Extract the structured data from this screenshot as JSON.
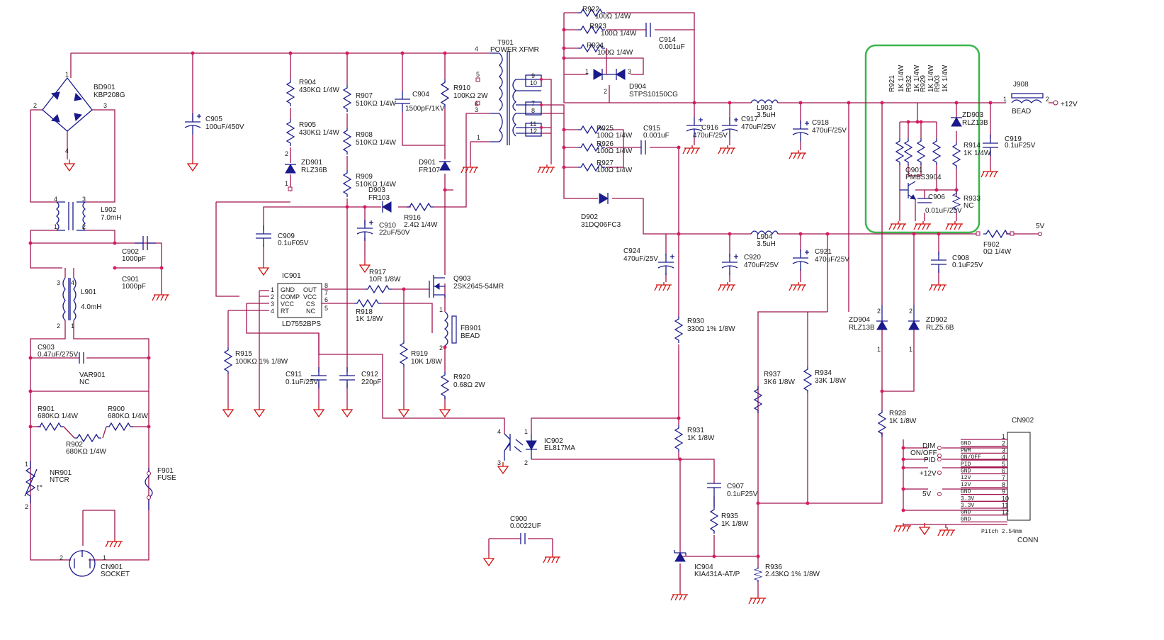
{
  "nets": {
    "v12": "+12V",
    "v5": "5V"
  },
  "highlight_color": "#3bb54a",
  "wire_color": "#a0154f",
  "component_color": "#1a1a8c",
  "ground_color": "#d01010",
  "components": {
    "bd901": {
      "ref": "BD901",
      "value": "KBP208G"
    },
    "l902": {
      "ref": "L902",
      "value": "7.0mH"
    },
    "l901": {
      "ref": "L901",
      "value": "4.0mH"
    },
    "c902": {
      "ref": "C902",
      "value": "1000pF"
    },
    "c901": {
      "ref": "C901",
      "value": "1000pF"
    },
    "c903": {
      "ref": "C903",
      "value": "0.47uF/275V"
    },
    "var901": {
      "ref": "VAR901",
      "value": "NC"
    },
    "r901": {
      "ref": "R901",
      "value": "680KΩ 1/4W"
    },
    "r900": {
      "ref": "R900",
      "value": "680KΩ 1/4W"
    },
    "r902": {
      "ref": "R902",
      "value": "680KΩ 1/4W"
    },
    "nr901": {
      "ref": "NR901",
      "value": "NTCR"
    },
    "f901": {
      "ref": "F901",
      "value": "FUSE"
    },
    "cn901": {
      "ref": "CN901",
      "value": "SOCKET"
    },
    "c905": {
      "ref": "C905",
      "value": "100uF/450V"
    },
    "r904": {
      "ref": "R904",
      "value": "430KΩ 1/4W"
    },
    "r905": {
      "ref": "R905",
      "value": "430KΩ 1/4W"
    },
    "zd901": {
      "ref": "ZD901",
      "value": "RLZ36B"
    },
    "r907": {
      "ref": "R907",
      "value": "510KΩ 1/4W"
    },
    "r908": {
      "ref": "R908",
      "value": "510KΩ 1/4W"
    },
    "r909": {
      "ref": "R909",
      "value": "510KΩ 1/4W"
    },
    "c904": {
      "ref": "C904",
      "value": "1500pF/1KV"
    },
    "r910": {
      "ref": "R910",
      "value": "100KΩ 2W"
    },
    "d901": {
      "ref": "D901",
      "value": "FR107"
    },
    "d903": {
      "ref": "D903",
      "value": "FR103"
    },
    "r916": {
      "ref": "R916",
      "value": "2.4Ω 1/4W"
    },
    "c910": {
      "ref": "C910",
      "value": "22uF/50V"
    },
    "c909": {
      "ref": "C909",
      "value": "0.1uF05V"
    },
    "ic901": {
      "ref": "IC901",
      "value": "LD7552BPS"
    },
    "r917": {
      "ref": "R917",
      "value": "10R 1/8W"
    },
    "r918": {
      "ref": "R918",
      "value": "1K 1/8W"
    },
    "q903": {
      "ref": "Q903",
      "value": "2SK2645-54MR"
    },
    "fb901": {
      "ref": "FB901",
      "value": "BEAD"
    },
    "r915": {
      "ref": "R915",
      "value": "100KΩ 1% 1/8W"
    },
    "c911": {
      "ref": "C911",
      "value": "0.1uF/25V"
    },
    "c912": {
      "ref": "C912",
      "value": "220pF"
    },
    "r919": {
      "ref": "R919",
      "value": "10K 1/8W"
    },
    "r920": {
      "ref": "R920",
      "value": "0.68Ω 2W"
    },
    "t901": {
      "ref": "T901",
      "value": "POWER XFMR"
    },
    "r922": {
      "ref": "R922",
      "value": "100Ω 1/4W"
    },
    "r923": {
      "ref": "R923",
      "value": "100Ω 1/4W"
    },
    "r924": {
      "ref": "R924",
      "value": "100Ω 1/4W"
    },
    "c914": {
      "ref": "C914",
      "value": "0.001uF"
    },
    "d904": {
      "ref": "D904",
      "value": "STPS10150CG"
    },
    "r925": {
      "ref": "R925",
      "value": "100Ω 1/4W"
    },
    "r926": {
      "ref": "R926",
      "value": "100Ω 1/4W"
    },
    "r927": {
      "ref": "R927",
      "value": "100Ω 1/4W"
    },
    "c915": {
      "ref": "C915",
      "value": "0.001uF"
    },
    "d902": {
      "ref": "D902",
      "value": "31DQ06FC3"
    },
    "c916": {
      "ref": "C916",
      "value": "470uF/25V"
    },
    "c917": {
      "ref": "C917",
      "value": "470uF/25V"
    },
    "l903": {
      "ref": "L903",
      "value": "3.5uH"
    },
    "c918": {
      "ref": "C918",
      "value": "470uF/25V"
    },
    "c924": {
      "ref": "C924",
      "value": "470uF/25V"
    },
    "c920": {
      "ref": "C920",
      "value": "470uF/25V"
    },
    "l904": {
      "ref": "L904",
      "value": "3.5uH"
    },
    "c921": {
      "ref": "C921",
      "value": "470uF/25V"
    },
    "j908": {
      "ref": "J908",
      "value": "BEAD"
    },
    "c919": {
      "ref": "C919",
      "value": "0.1uF25V"
    },
    "zd903": {
      "ref": "ZD903",
      "value": "RLZ13B"
    },
    "r914": {
      "ref": "R914",
      "value": "1K 1/4W"
    },
    "q901": {
      "ref": "Q901",
      "value": "PMBS3904"
    },
    "c906": {
      "ref": "C906",
      "value": "0.01uF/25V"
    },
    "r933": {
      "ref": "R933",
      "value": "NC"
    },
    "r921": {
      "ref": "R921",
      "value": "1K 1/4W"
    },
    "r932": {
      "ref": "R932",
      "value": "1K 1/4W"
    },
    "r929": {
      "ref": "R929",
      "value": "1K 1/4W"
    },
    "r903": {
      "ref": "R903",
      "value": "1K 1/4W"
    },
    "f902": {
      "ref": "F902",
      "value": "0Ω 1/4W"
    },
    "c908": {
      "ref": "C908",
      "value": "0.1uF25V"
    },
    "zd904": {
      "ref": "ZD904",
      "value": "RLZ13B"
    },
    "zd902": {
      "ref": "ZD902",
      "value": "RLZ5.6B"
    },
    "r930": {
      "ref": "R930",
      "value": "330Ω 1% 1/8W"
    },
    "r931": {
      "ref": "R931",
      "value": "1K 1/8W"
    },
    "r937": {
      "ref": "R937",
      "value": "3K6 1/8W"
    },
    "r934": {
      "ref": "R934",
      "value": "33K 1/8W"
    },
    "r928": {
      "ref": "R928",
      "value": "1K 1/8W"
    },
    "ic902": {
      "ref": "IC902",
      "value": "EL817MA"
    },
    "c907": {
      "ref": "C907",
      "value": "0.1uF25V"
    },
    "r935": {
      "ref": "R935",
      "value": "1K 1/8W"
    },
    "ic904": {
      "ref": "IC904",
      "value": "KIA431A-AT/P"
    },
    "r936": {
      "ref": "R936",
      "value": "2.43KΩ 1% 1/8W"
    },
    "c900": {
      "ref": "C900",
      "value": "0.0022UF"
    },
    "cn902": {
      "ref": "CN902",
      "value": "CONN"
    }
  },
  "ic901_pins": {
    "gnd": "GND",
    "comp": "COMP",
    "vcc": "VCC",
    "rt": "RT",
    "out": "OUT",
    "vcc2": "VCC",
    "cs": "CS",
    "nc": "NC"
  },
  "connector": {
    "pitch": "Pitch 2.54mm",
    "signals": {
      "dim": "DIM",
      "onoff": "ON/OFF",
      "pid": "PID",
      "v12": "+12V",
      "v5": "5V"
    },
    "pins": [
      {
        "num": "1",
        "label": ""
      },
      {
        "num": "2",
        "label": "GND"
      },
      {
        "num": "3",
        "label": "PWM"
      },
      {
        "num": "4",
        "label": "ON/OFF"
      },
      {
        "num": "5",
        "label": "PID"
      },
      {
        "num": "6",
        "label": "GND"
      },
      {
        "num": "7",
        "label": "12V"
      },
      {
        "num": "8",
        "label": "12V"
      },
      {
        "num": "9",
        "label": "GND"
      },
      {
        "num": "10",
        "label": "3.3V"
      },
      {
        "num": "11",
        "label": "3.3V"
      },
      {
        "num": "12",
        "label": "GND"
      },
      {
        "num": "",
        "label": "GND"
      }
    ]
  }
}
